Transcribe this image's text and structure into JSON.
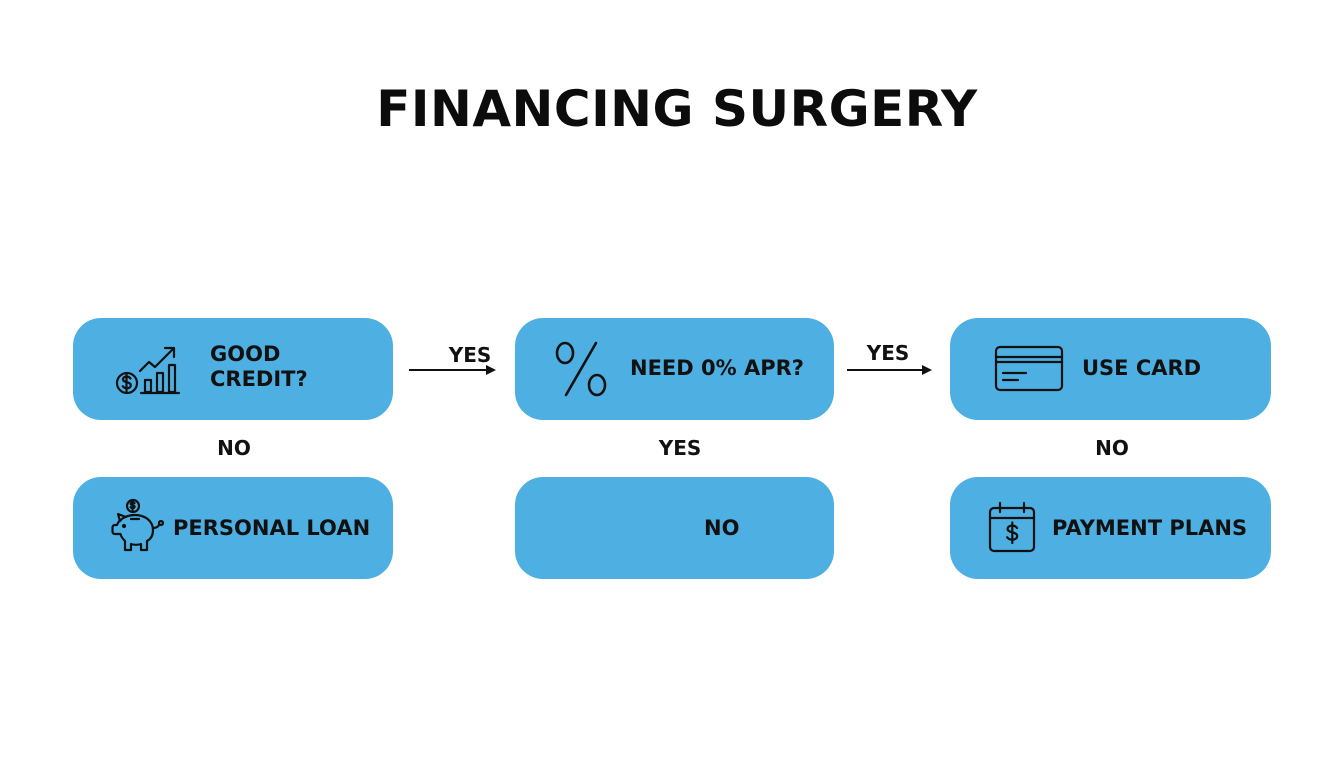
{
  "title": "FINANCING SURGERY",
  "colors": {
    "node_fill": "#4eb0e2",
    "text": "#111111",
    "background": "#ffffff"
  },
  "nodes": [
    {
      "id": "good-credit",
      "label_line1": "GOOD",
      "label_line2": "CREDIT?",
      "icon": "credit-growth-icon"
    },
    {
      "id": "need-apr",
      "label": "NEED 0% APR?",
      "icon": "percent-icon"
    },
    {
      "id": "use-card",
      "label": "USE CARD",
      "icon": "credit-card-icon"
    },
    {
      "id": "personal-loan",
      "label": "PERSONAL LOAN",
      "icon": "piggy-bank-icon"
    },
    {
      "id": "no-box",
      "label": "NO"
    },
    {
      "id": "payment-plans",
      "label": "PAYMENT PLANS",
      "icon": "calendar-dollar-icon"
    }
  ],
  "edges": [
    {
      "from": "good-credit",
      "to": "need-apr",
      "label": "YES"
    },
    {
      "from": "need-apr",
      "to": "use-card",
      "label": "YES"
    },
    {
      "from": "good-credit",
      "to": "personal-loan",
      "label": "NO"
    },
    {
      "from": "need-apr",
      "to": "no-box",
      "label": "YES"
    },
    {
      "from": "use-card",
      "to": "payment-plans",
      "label": "NO"
    }
  ]
}
